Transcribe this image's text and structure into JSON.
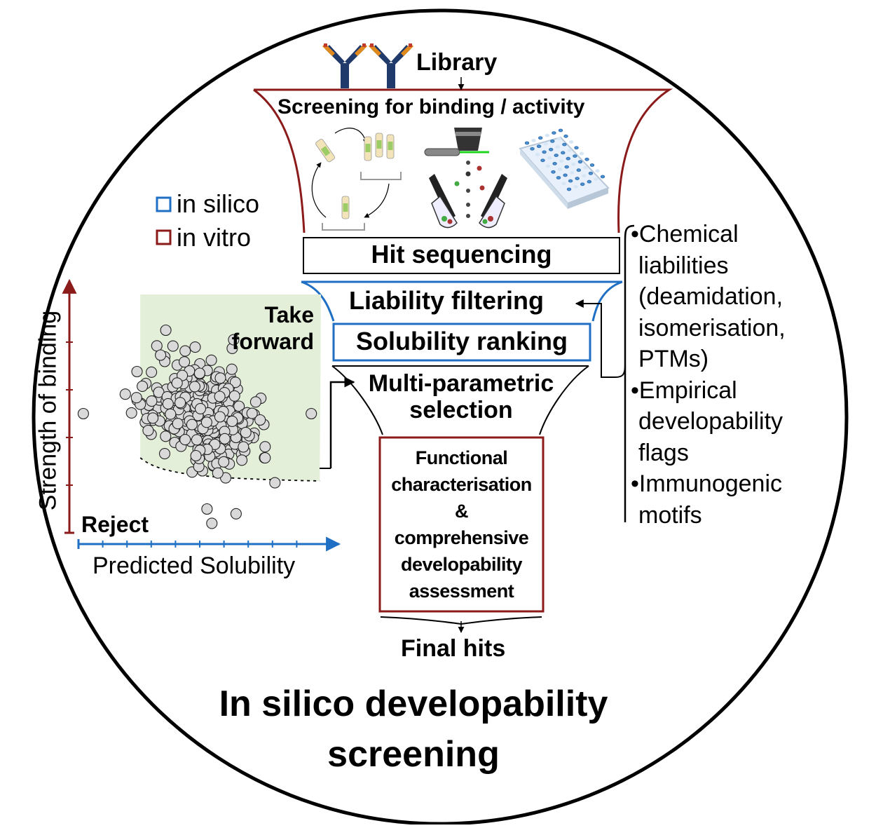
{
  "colors": {
    "in_silico": "#1f6fc5",
    "in_vitro": "#8b1a1a",
    "take_forward_region": "#e3efd9",
    "point_fill": "#d9d9d9",
    "antibody_heavy": "#1f3a6b",
    "antibody_light": "#e08a1e"
  },
  "library": {
    "label": "Library",
    "icon": "antibody-icon"
  },
  "screening": {
    "title": "Screening for binding / activity",
    "icons": [
      "phage-display-cycle-icon",
      "flow-cytometry-sorter-icon",
      "well-plate-icon"
    ]
  },
  "legend": {
    "in_silico": "in silico",
    "in_vitro": "in vitro"
  },
  "steps": {
    "hit_sequencing": "Hit sequencing",
    "liability_filtering": "Liability filtering",
    "solubility_ranking": "Solubility ranking",
    "multi_parametric": [
      "Multi-parametric",
      "selection"
    ],
    "functional": [
      "Functional",
      "characterisation",
      "&",
      "comprehensive",
      "developability",
      "assessment"
    ],
    "final_hits": "Final hits"
  },
  "liabilities": [
    {
      "lines": [
        "Chemical",
        "liabilities",
        "(deamidation,",
        "isomerisation,",
        "PTMs)"
      ]
    },
    {
      "lines": [
        "Empirical",
        "developability",
        "flags"
      ]
    },
    {
      "lines": [
        "Immunogenic",
        "motifs"
      ]
    }
  ],
  "title": [
    "In silico developability",
    "screening"
  ],
  "chart_data": {
    "type": "scatter",
    "xlabel": "Predicted Solubility",
    "ylabel": "Strength of binding",
    "xlim": [
      0,
      10
    ],
    "ylim": [
      0,
      10
    ],
    "grid": false,
    "region_labels": {
      "accept": [
        "Take",
        "forward"
      ],
      "reject": "Reject"
    },
    "threshold_curve": "dashed hyperbola separating accepted (upper-right, shaded) from rejected points",
    "points_description": "approx. 330 overlapping grey circles, dense cloud centred near x=5, y=5"
  }
}
